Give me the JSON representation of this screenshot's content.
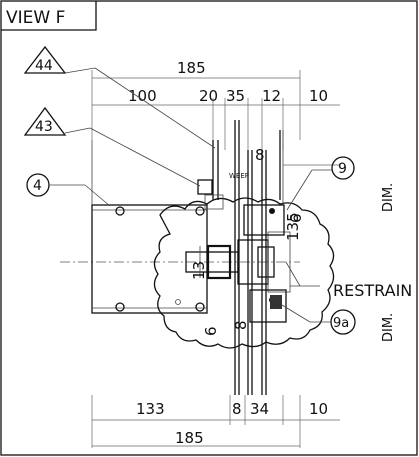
{
  "view_title": "VIEW F",
  "callouts": {
    "c44": "44",
    "c43": "43",
    "c4": "4",
    "c9": "9",
    "c9a": "9a"
  },
  "dimensions": {
    "top_overall": "185",
    "top_100": "100",
    "top_20": "20",
    "top_35": "35",
    "top_12": "12",
    "top_10": "10",
    "upper_8": "8",
    "right_6": "6",
    "right_135": "135",
    "left_13": "13",
    "left_6": "6",
    "lower_8": "8",
    "bottom_133": "133",
    "bottom_8": "8",
    "bottom_34": "34",
    "bottom_10": "10",
    "bottom_overall": "185"
  },
  "labels": {
    "weep": "WEEP",
    "restrain": "RESTRAIN",
    "dim_upper": "DIM.",
    "dim_lower": "DIM."
  }
}
